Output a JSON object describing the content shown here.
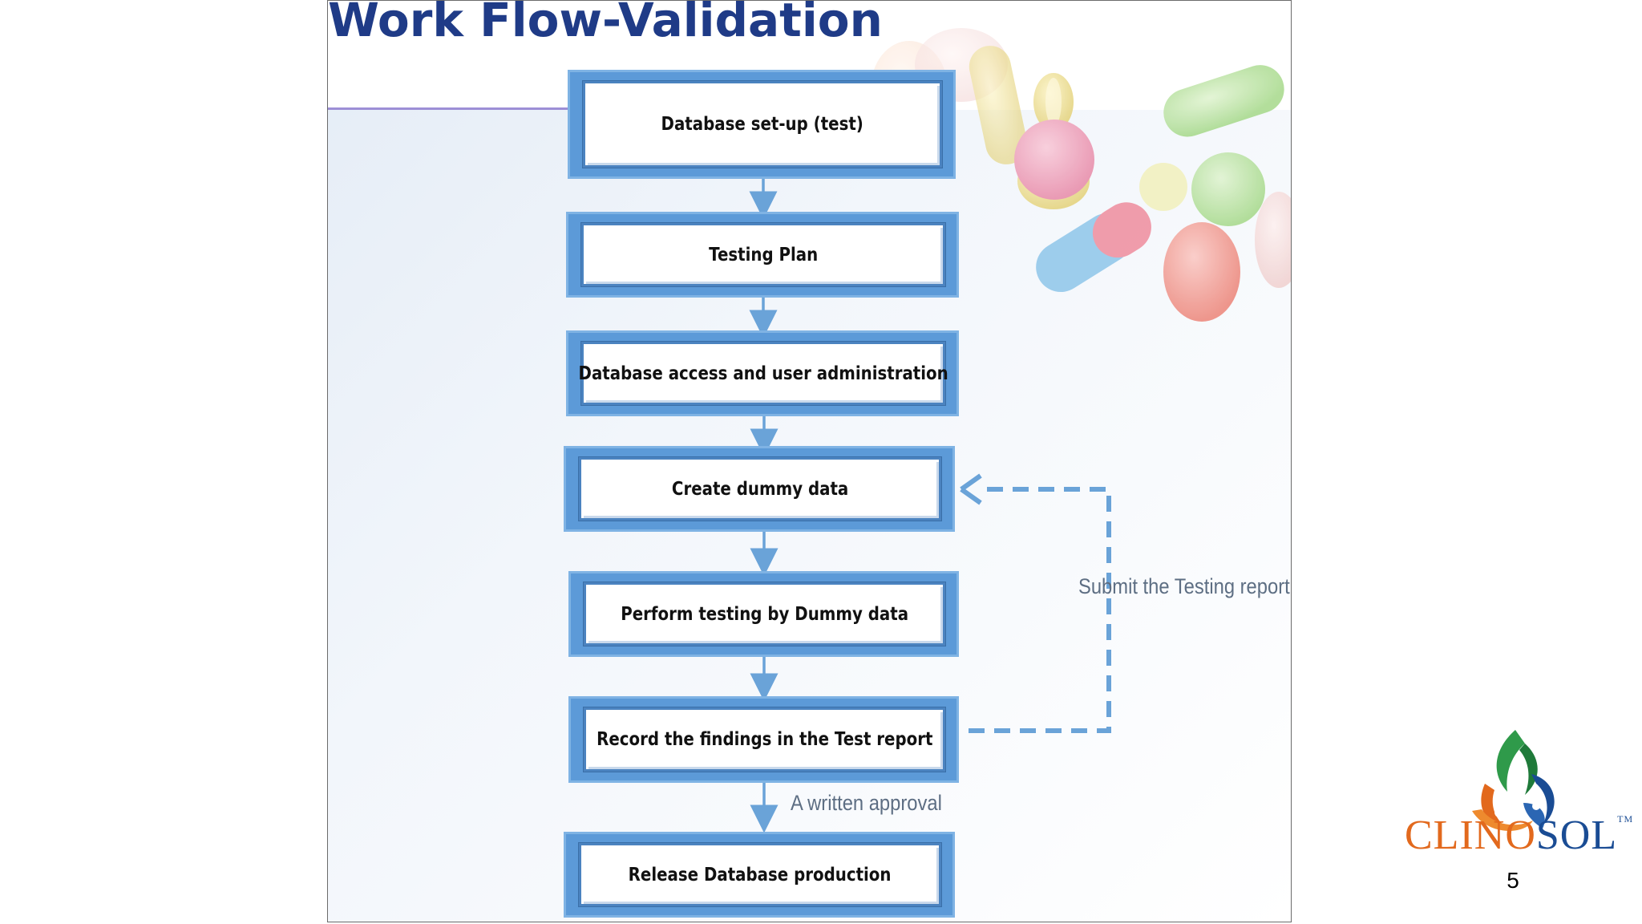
{
  "title": "Work Flow-Validation",
  "steps": [
    {
      "label": "Database set-up (test)"
    },
    {
      "label": "Testing Plan"
    },
    {
      "label": "Database access and user administration"
    },
    {
      "label": "Create dummy data"
    },
    {
      "label": "Perform testing by Dummy data"
    },
    {
      "label": "Record the findings in the Test report"
    },
    {
      "label": "Release Database production"
    }
  ],
  "feedback_label": "Submit  the Testing report",
  "approval_label": "A written approval",
  "brand": {
    "part1": "CLINO",
    "part2": "SOL",
    "trademark": "TM"
  },
  "page_number": "5",
  "colors": {
    "title": "#1f3b87",
    "box_frame": "#5c9ad8",
    "arrow": "#6aa3d8",
    "brand_orange": "#e2691d",
    "brand_blue": "#1a4c94",
    "logo_green": "#2f9a4a"
  }
}
